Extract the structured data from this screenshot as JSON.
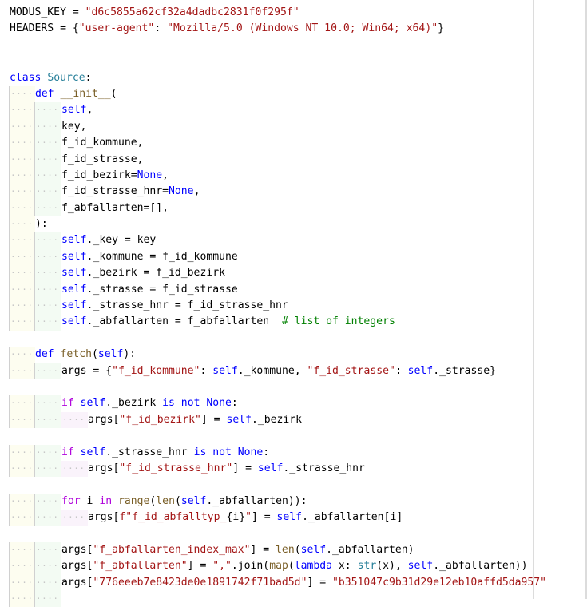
{
  "editor": {
    "language": "python",
    "rulers_x": [
      667,
      733
    ],
    "colors": {
      "keyword": "#0000ff",
      "control_keyword": "#af00db",
      "class_name": "#267f99",
      "function_name": "#795e26",
      "string": "#a31515",
      "comment": "#008000",
      "text": "#000000"
    },
    "lines": [
      {
        "indent": 0,
        "tokens": [
          {
            "t": "MODUS_KEY = ",
            "c": ""
          },
          {
            "t": "\"d6c5855a62cf32a4dadbc2831f0f295f\"",
            "c": "str"
          }
        ]
      },
      {
        "indent": 0,
        "tokens": [
          {
            "t": "HEADERS = {",
            "c": ""
          },
          {
            "t": "\"user-agent\"",
            "c": "str"
          },
          {
            "t": ": ",
            "c": ""
          },
          {
            "t": "\"Mozilla/5.0 (Windows NT 10.0; Win64; x64)\"",
            "c": "str"
          },
          {
            "t": "}",
            "c": ""
          }
        ]
      },
      {
        "indent": 0,
        "tokens": []
      },
      {
        "indent": 0,
        "tokens": []
      },
      {
        "indent": 0,
        "tokens": [
          {
            "t": "class ",
            "c": "kw"
          },
          {
            "t": "Source",
            "c": "cls"
          },
          {
            "t": ":",
            "c": ""
          }
        ]
      },
      {
        "indent": 1,
        "tokens": [
          {
            "t": "def ",
            "c": "kw"
          },
          {
            "t": "__init__",
            "c": "fn"
          },
          {
            "t": "(",
            "c": ""
          }
        ]
      },
      {
        "indent": 2,
        "tokens": [
          {
            "t": "self",
            "c": "self"
          },
          {
            "t": ",",
            "c": ""
          }
        ]
      },
      {
        "indent": 2,
        "tokens": [
          {
            "t": "key,",
            "c": ""
          }
        ]
      },
      {
        "indent": 2,
        "tokens": [
          {
            "t": "f_id_kommune,",
            "c": ""
          }
        ]
      },
      {
        "indent": 2,
        "tokens": [
          {
            "t": "f_id_strasse,",
            "c": ""
          }
        ]
      },
      {
        "indent": 2,
        "tokens": [
          {
            "t": "f_id_bezirk=",
            "c": ""
          },
          {
            "t": "None",
            "c": "kw"
          },
          {
            "t": ",",
            "c": ""
          }
        ]
      },
      {
        "indent": 2,
        "tokens": [
          {
            "t": "f_id_strasse_hnr=",
            "c": ""
          },
          {
            "t": "None",
            "c": "kw"
          },
          {
            "t": ",",
            "c": ""
          }
        ]
      },
      {
        "indent": 2,
        "tokens": [
          {
            "t": "f_abfallarten=[],",
            "c": ""
          }
        ]
      },
      {
        "indent": 1,
        "tokens": [
          {
            "t": "):",
            "c": ""
          }
        ]
      },
      {
        "indent": 2,
        "tokens": [
          {
            "t": "self",
            "c": "self"
          },
          {
            "t": "._key = key",
            "c": ""
          }
        ]
      },
      {
        "indent": 2,
        "tokens": [
          {
            "t": "self",
            "c": "self"
          },
          {
            "t": "._kommune = f_id_kommune",
            "c": ""
          }
        ]
      },
      {
        "indent": 2,
        "tokens": [
          {
            "t": "self",
            "c": "self"
          },
          {
            "t": "._bezirk = f_id_bezirk",
            "c": ""
          }
        ]
      },
      {
        "indent": 2,
        "tokens": [
          {
            "t": "self",
            "c": "self"
          },
          {
            "t": "._strasse = f_id_strasse",
            "c": ""
          }
        ]
      },
      {
        "indent": 2,
        "tokens": [
          {
            "t": "self",
            "c": "self"
          },
          {
            "t": "._strasse_hnr = f_id_strasse_hnr",
            "c": ""
          }
        ]
      },
      {
        "indent": 2,
        "tokens": [
          {
            "t": "self",
            "c": "self"
          },
          {
            "t": "._abfallarten = f_abfallarten  ",
            "c": ""
          },
          {
            "t": "# list of integers",
            "c": "cmt"
          }
        ]
      },
      {
        "indent": 0,
        "tokens": []
      },
      {
        "indent": 1,
        "tokens": [
          {
            "t": "def ",
            "c": "kw"
          },
          {
            "t": "fetch",
            "c": "fn"
          },
          {
            "t": "(",
            "c": ""
          },
          {
            "t": "self",
            "c": "self"
          },
          {
            "t": "):",
            "c": ""
          }
        ]
      },
      {
        "indent": 2,
        "tokens": [
          {
            "t": "args = {",
            "c": ""
          },
          {
            "t": "\"f_id_kommune\"",
            "c": "str"
          },
          {
            "t": ": ",
            "c": ""
          },
          {
            "t": "self",
            "c": "self"
          },
          {
            "t": "._kommune, ",
            "c": ""
          },
          {
            "t": "\"f_id_strasse\"",
            "c": "str"
          },
          {
            "t": ": ",
            "c": ""
          },
          {
            "t": "self",
            "c": "self"
          },
          {
            "t": "._strasse}",
            "c": ""
          }
        ]
      },
      {
        "indent": 0,
        "tokens": []
      },
      {
        "indent": 2,
        "tokens": [
          {
            "t": "if ",
            "c": "kw2"
          },
          {
            "t": "self",
            "c": "self"
          },
          {
            "t": "._bezirk ",
            "c": ""
          },
          {
            "t": "is not None",
            "c": "kw"
          },
          {
            "t": ":",
            "c": ""
          }
        ]
      },
      {
        "indent": 3,
        "tokens": [
          {
            "t": "args[",
            "c": ""
          },
          {
            "t": "\"f_id_bezirk\"",
            "c": "str"
          },
          {
            "t": "] = ",
            "c": ""
          },
          {
            "t": "self",
            "c": "self"
          },
          {
            "t": "._bezirk",
            "c": ""
          }
        ]
      },
      {
        "indent": 0,
        "tokens": []
      },
      {
        "indent": 2,
        "tokens": [
          {
            "t": "if ",
            "c": "kw2"
          },
          {
            "t": "self",
            "c": "self"
          },
          {
            "t": "._strasse_hnr ",
            "c": ""
          },
          {
            "t": "is not None",
            "c": "kw"
          },
          {
            "t": ":",
            "c": ""
          }
        ]
      },
      {
        "indent": 3,
        "tokens": [
          {
            "t": "args[",
            "c": ""
          },
          {
            "t": "\"f_id_strasse_hnr\"",
            "c": "str"
          },
          {
            "t": "] = ",
            "c": ""
          },
          {
            "t": "self",
            "c": "self"
          },
          {
            "t": "._strasse_hnr",
            "c": ""
          }
        ]
      },
      {
        "indent": 0,
        "tokens": []
      },
      {
        "indent": 2,
        "tokens": [
          {
            "t": "for ",
            "c": "kw2"
          },
          {
            "t": "i ",
            "c": ""
          },
          {
            "t": "in ",
            "c": "kw2"
          },
          {
            "t": "range",
            "c": "fn"
          },
          {
            "t": "(",
            "c": ""
          },
          {
            "t": "len",
            "c": "fn"
          },
          {
            "t": "(",
            "c": ""
          },
          {
            "t": "self",
            "c": "self"
          },
          {
            "t": "._abfallarten)):",
            "c": ""
          }
        ]
      },
      {
        "indent": 3,
        "tokens": [
          {
            "t": "args[",
            "c": ""
          },
          {
            "t": "f\"f_id_abfalltyp_",
            "c": "str"
          },
          {
            "t": "{i}",
            "c": ""
          },
          {
            "t": "\"",
            "c": "str"
          },
          {
            "t": "] = ",
            "c": ""
          },
          {
            "t": "self",
            "c": "self"
          },
          {
            "t": "._abfallarten[i]",
            "c": ""
          }
        ]
      },
      {
        "indent": 0,
        "tokens": []
      },
      {
        "indent": 2,
        "tokens": [
          {
            "t": "args[",
            "c": ""
          },
          {
            "t": "\"f_abfallarten_index_max\"",
            "c": "str"
          },
          {
            "t": "] = ",
            "c": ""
          },
          {
            "t": "len",
            "c": "fn"
          },
          {
            "t": "(",
            "c": ""
          },
          {
            "t": "self",
            "c": "self"
          },
          {
            "t": "._abfallarten)",
            "c": ""
          }
        ]
      },
      {
        "indent": 2,
        "tokens": [
          {
            "t": "args[",
            "c": ""
          },
          {
            "t": "\"f_abfallarten\"",
            "c": "str"
          },
          {
            "t": "] = ",
            "c": ""
          },
          {
            "t": "\",\"",
            "c": "str"
          },
          {
            "t": ".join(",
            "c": ""
          },
          {
            "t": "map",
            "c": "fn"
          },
          {
            "t": "(",
            "c": ""
          },
          {
            "t": "lambda ",
            "c": "kw"
          },
          {
            "t": "x: ",
            "c": ""
          },
          {
            "t": "str",
            "c": "cls"
          },
          {
            "t": "(x), ",
            "c": ""
          },
          {
            "t": "self",
            "c": "self"
          },
          {
            "t": "._abfallarten))",
            "c": ""
          }
        ]
      },
      {
        "indent": 2,
        "tokens": [
          {
            "t": "args[",
            "c": ""
          },
          {
            "t": "\"776eeeb7e8423de0e1891742f71bad5d\"",
            "c": "str"
          },
          {
            "t": "] = ",
            "c": ""
          },
          {
            "t": "\"b351047c9b31d29e12eb10affd5da957\"",
            "c": "str"
          }
        ]
      },
      {
        "indent": 2,
        "tokens": []
      }
    ]
  }
}
